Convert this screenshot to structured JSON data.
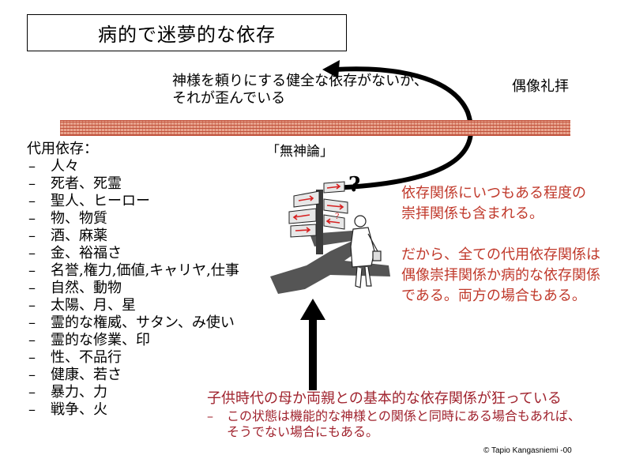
{
  "title": "病的で迷夢的な依存",
  "top_text": {
    "line1": "神様を頼りにする健全な依存がないか、",
    "line2": "それが歪んでいる"
  },
  "idol_worship": "偶像礼拝",
  "atheism": "「無神論」",
  "substitute": {
    "heading": "代用依存：",
    "items": [
      "人々",
      "死者、死霊",
      "聖人、ヒーロー",
      "物、物質",
      "酒、麻薬",
      "金、裕福さ",
      "名誉,権力,価値,キャリヤ,仕事",
      "自然、動物",
      "太陽、月、星",
      "霊的な権威、サタン、み使い",
      "霊的な修業、印",
      "性、不品行",
      "健康、若さ",
      "暴力、力",
      "戦争、火"
    ]
  },
  "red_note": {
    "para1_line1": "依存関係にいつもある程度の",
    "para1_line2": "崇拝関係も含まれる。",
    "para2_line1": "だから、全ての代用依存関係は",
    "para2_line2": "偶像崇拝関係か病的な依存関係",
    "para2_line3": "である。両方の場合もある。"
  },
  "bottom": {
    "main": "子供時代の母か両親との基本的な依存関係が狂っている",
    "dash": "–",
    "sub_line1": "この状態は機能的な神様との関係と同時にある場合もあれば、",
    "sub_line2": "そうでない場合にもある。"
  },
  "question_mark": "?",
  "copyright": "© Tapio Kangasniemi -00",
  "colors": {
    "red_text": "#c0392b",
    "bottom_text": "#a0232e",
    "brick": "#e8a48e",
    "brick_lines": "#c0503a",
    "arrow": "#000000"
  }
}
